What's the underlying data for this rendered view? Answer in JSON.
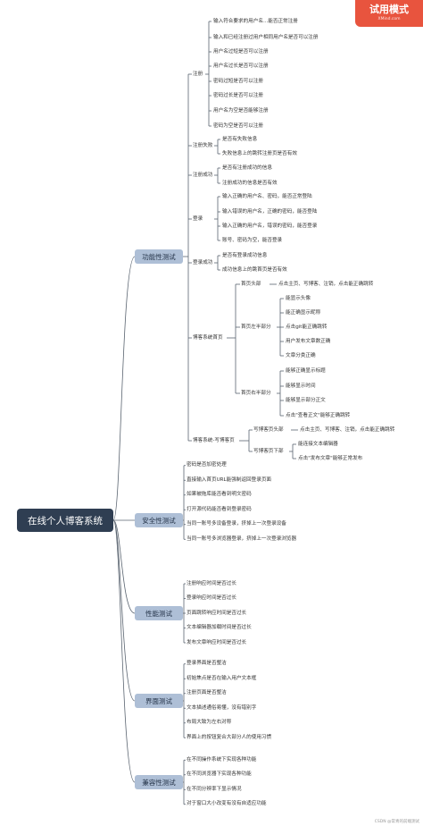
{
  "badge": {
    "title": "试用模式",
    "sub": "XMind.com"
  },
  "footer": "CSDN @常青的前端测试",
  "root": "在线个人博客系统",
  "categories": [
    {
      "label": "功能性测试",
      "groups": [
        {
          "label": "注册",
          "items": [
            "输入符合要求的用户名...能否正常注册",
            "输入和已经注册过用户相同用户名是否可以注册",
            "用户名过短是否可以注册",
            "用户名过长是否可以注册",
            "密码过短是否可以注册",
            "密码过长是否可以注册",
            "用户名为空是否能够注册",
            "密码为空是否可以注册"
          ]
        },
        {
          "label": "注册失败",
          "items": [
            "是否有失败信息",
            "失败信息上的跳转注册页是否有效"
          ]
        },
        {
          "label": "注册成功",
          "items": [
            "是否有注册成功的信息",
            "注册成功的信息是否有效"
          ]
        },
        {
          "label": "登录",
          "items": [
            "输入正确的用户名、密码，能否正常登陆",
            "输入错误的用户名，正确的密码，能否登陆",
            "输入正确的用户名，错误的密码，能否登录",
            "账号、密码为空，能否登录"
          ]
        },
        {
          "label": "登录成功",
          "items": [
            "是否有登录成功信息",
            "成功信息上的跳首页是否有效"
          ]
        },
        {
          "label": "博客系统首页",
          "subs": [
            {
              "label": "首页头部",
              "items": [
                "点击主页、写博客、注销，点击能正确跳转"
              ]
            },
            {
              "label": "首页左半部分",
              "items": [
                "能显示头像",
                "能正确显示昵称",
                "点击git能正确跳转",
                "用户发布文章数正确",
                "文章分类正确"
              ]
            },
            {
              "label": "首页右半部分",
              "items": [
                "能够正确显示标题",
                "能够显示时间",
                "能够显示部分正文",
                "点击\"查看正文\"能够正确跳转"
              ]
            }
          ]
        },
        {
          "label": "博客系统-写博客页",
          "subs": [
            {
              "label": "写博客页头部",
              "items": [
                "点击主页、写博客、注销，点击能正确跳转"
              ]
            },
            {
              "label": "写博客页下部",
              "items": [
                "能连接文本编辑器",
                "点击\"发布文章\"能够正常发布"
              ]
            }
          ]
        }
      ]
    },
    {
      "label": "安全性测试",
      "items": [
        "密码是否加密处理",
        "直接输入首页URL能强制返回登录页面",
        "如果被拖库能否看到明文密码",
        "打开源代码能否看到登录密码",
        "当同一账号多设备登录，挤掉上一次登录设备",
        "当同一账号多浏览器登录，挤掉上一次登录浏览器"
      ]
    },
    {
      "label": "性能测试",
      "items": [
        "注册响应时间是否过长",
        "登录响应时间是否过长",
        "页面跳转响应时间是否过长",
        "文本编辑器加载时间是否过长",
        "发布文章响应时间是否过长"
      ]
    },
    {
      "label": "界面测试",
      "items": [
        "登录界面是否整洁",
        "初始焦点是否在输入用户文本框",
        "注册页面是否整洁",
        "文本描述通俗易懂，没有错别字",
        "布局大致为左右对称",
        "界面上的按钮复合大部分人的使用习惯"
      ]
    },
    {
      "label": "兼容性测试",
      "items": [
        "在不同操作系统下实现各种功能",
        "在不同浏览器下实现各种功能",
        "在不同分辨率下显示情况",
        "对于窗口大小改变有没有自适应功能"
      ]
    }
  ]
}
